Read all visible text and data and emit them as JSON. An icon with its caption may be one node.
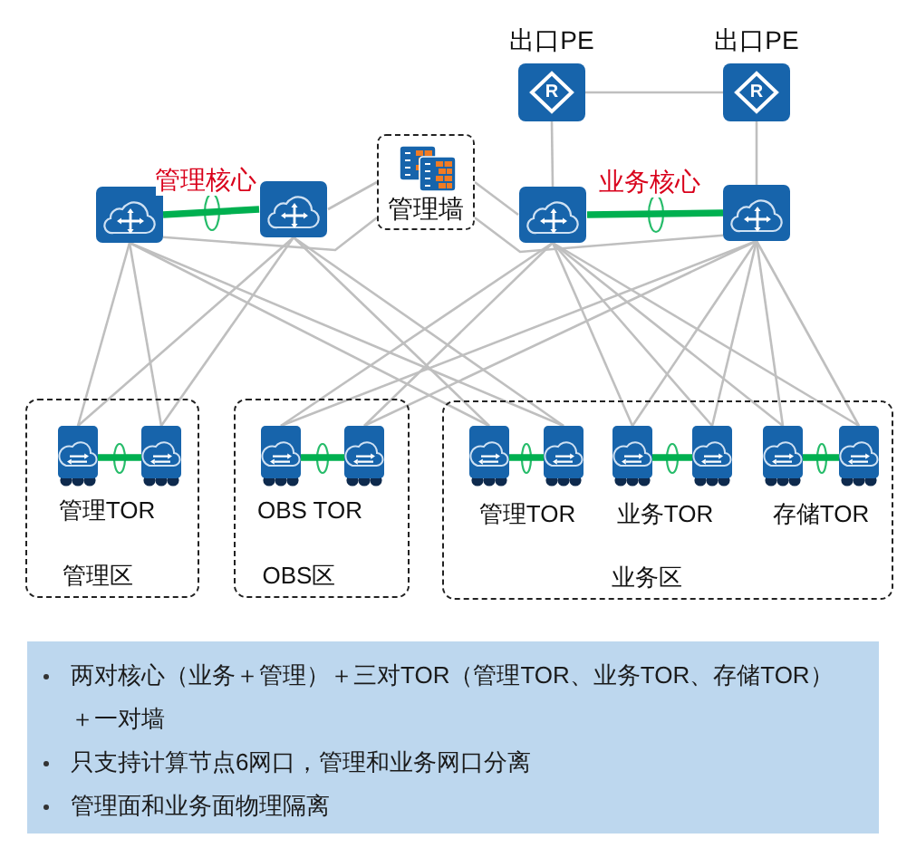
{
  "diagram": {
    "nodes": [
      {
        "text": [
          "出口PE",
          "R"
        ]
      },
      {
        "text": [
          "出口PE",
          "R"
        ]
      },
      {
        "text": [],
        "shape": "picture"
      },
      {
        "text": [],
        "shape": "picture"
      },
      {
        "text": [
          "管理墙"
        ]
      },
      {
        "text": [],
        "shape": "picture"
      },
      {
        "text": [],
        "shape": "picture"
      },
      {
        "text": [
          "管理TOR",
          "管理区"
        ]
      },
      {
        "text": [],
        "shape": "picture",
        "in": 7
      },
      {
        "text": [],
        "shape": "picture",
        "in": 7
      },
      {
        "text": [
          "OBS TOR",
          "OBS区"
        ]
      },
      {
        "text": [],
        "shape": "picture",
        "in": 10
      },
      {
        "text": [],
        "shape": "picture",
        "in": 10
      },
      {
        "text": [
          "管理TOR",
          "业务TOR",
          "存储TOR",
          "业务区"
        ]
      },
      {
        "text": [],
        "shape": "picture",
        "in": 13
      },
      {
        "text": [],
        "shape": "picture",
        "in": 13
      },
      {
        "text": [],
        "shape": "picture",
        "in": 13
      },
      {
        "text": [],
        "shape": "picture",
        "in": 13
      },
      {
        "text": [],
        "shape": "picture",
        "in": 13
      },
      {
        "text": [],
        "shape": "picture",
        "in": 13
      },
      {
        "text": [
          "两对核心（业务＋管理）＋三对TOR（管理TOR、业务TOR、存储TOR）＋一对墙",
          "只支持计算节点6网口，管理和业务网口分离",
          "管理面和业务面物理隔离"
        ]
      }
    ],
    "edges": [
      {
        "from": 0,
        "to": 1,
        "arrow": "none"
      },
      {
        "from": 0,
        "to": 5,
        "arrow": "none"
      },
      {
        "from": 1,
        "to": 6,
        "arrow": "none"
      },
      {
        "from": 2,
        "to": 3,
        "arrow": "none",
        "label": "管理核心",
        "style": "thick",
        "color": "#00b050"
      },
      {
        "from": 5,
        "to": 6,
        "arrow": "none",
        "label": "业务核心",
        "style": "thick",
        "color": "#00b050"
      },
      {
        "from": 4,
        "to": 2,
        "arrow": "none"
      },
      {
        "from": 4,
        "to": 3,
        "arrow": "none"
      },
      {
        "from": 4,
        "to": 5,
        "arrow": "none"
      },
      {
        "from": 4,
        "to": 6,
        "arrow": "none"
      },
      {
        "from": 2,
        "to": 8,
        "arrow": "none"
      },
      {
        "from": 2,
        "to": 9,
        "arrow": "none"
      },
      {
        "from": 2,
        "to": 14,
        "arrow": "none"
      },
      {
        "from": 2,
        "to": 15,
        "arrow": "none"
      },
      {
        "from": 3,
        "to": 8,
        "arrow": "none"
      },
      {
        "from": 3,
        "to": 9,
        "arrow": "none"
      },
      {
        "from": 3,
        "to": 14,
        "arrow": "none"
      },
      {
        "from": 3,
        "to": 15,
        "arrow": "none"
      },
      {
        "from": 5,
        "to": 11,
        "arrow": "none"
      },
      {
        "from": 5,
        "to": 12,
        "arrow": "none"
      },
      {
        "from": 5,
        "to": 16,
        "arrow": "none"
      },
      {
        "from": 5,
        "to": 17,
        "arrow": "none"
      },
      {
        "from": 5,
        "to": 18,
        "arrow": "none"
      },
      {
        "from": 5,
        "to": 19,
        "arrow": "none"
      },
      {
        "from": 6,
        "to": 11,
        "arrow": "none"
      },
      {
        "from": 6,
        "to": 12,
        "arrow": "none"
      },
      {
        "from": 6,
        "to": 16,
        "arrow": "none"
      },
      {
        "from": 6,
        "to": 17,
        "arrow": "none"
      },
      {
        "from": 6,
        "to": 18,
        "arrow": "none"
      },
      {
        "from": 6,
        "to": 19,
        "arrow": "none"
      },
      {
        "from": 8,
        "to": 9,
        "arrow": "none",
        "style": "thick",
        "color": "#00b050"
      },
      {
        "from": 11,
        "to": 12,
        "arrow": "none",
        "style": "thick",
        "color": "#00b050"
      },
      {
        "from": 14,
        "to": 15,
        "arrow": "none",
        "style": "thick",
        "color": "#00b050"
      },
      {
        "from": 16,
        "to": 17,
        "arrow": "none",
        "style": "thick",
        "color": "#00b050"
      },
      {
        "from": 18,
        "to": 19,
        "arrow": "none",
        "style": "thick",
        "color": "#00b050"
      }
    ]
  }
}
